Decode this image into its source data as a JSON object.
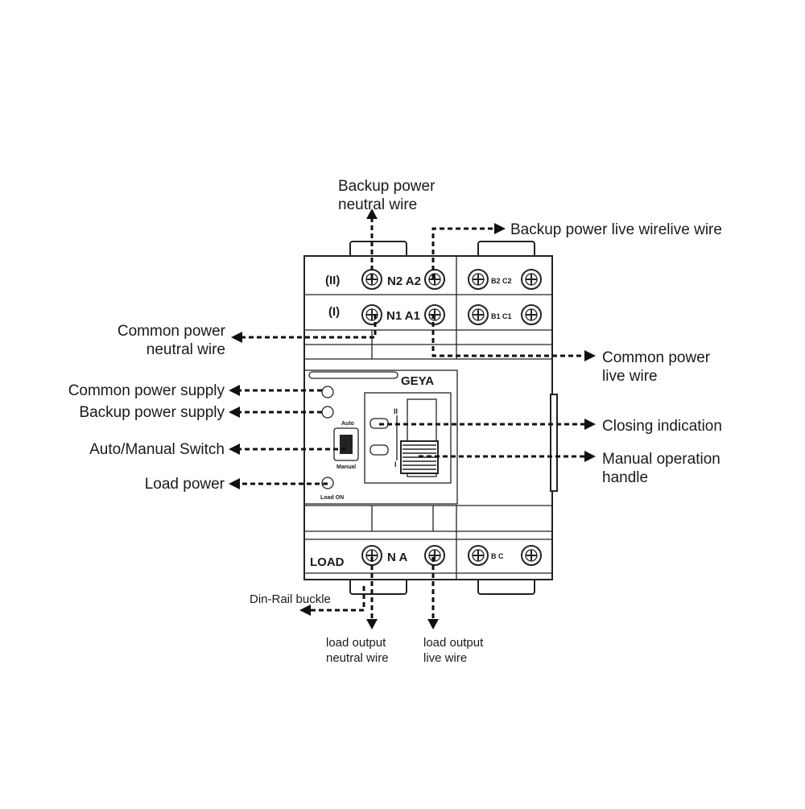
{
  "labels": {
    "backup_neutral": [
      "Backup power",
      "neutral wire"
    ],
    "backup_live": "Backup power live wirelive wire",
    "common_neutral": [
      "Common power",
      "neutral wire"
    ],
    "common_live": [
      "Common power",
      "live wire"
    ],
    "common_supply": "Common power supply",
    "backup_supply": "Backup power supply",
    "auto_manual": "Auto/Manual Switch",
    "load_power": "Load power",
    "closing_indication": "Closing indication",
    "manual_handle": [
      "Manual operation",
      "handle"
    ],
    "din_rail": "Din-Rail buckle",
    "load_output_neutral": [
      "load output",
      "neutral wire"
    ],
    "load_output_live": [
      "load output",
      "live wire"
    ]
  },
  "device": {
    "brand": "GEYA",
    "row_II": {
      "marker": "(II)",
      "left": "N2 A2",
      "right": "B2 C2"
    },
    "row_I": {
      "marker": "(I)",
      "left": "N1 A1",
      "right": "B1 C1"
    },
    "load_row": {
      "marker": "LOAD",
      "left": "N A",
      "right": "B C"
    },
    "switch_auto": "Auto",
    "switch_manual": "Manual",
    "load_on": "Load ON",
    "handle_mark_II": "II",
    "handle_mark_I": "I"
  }
}
